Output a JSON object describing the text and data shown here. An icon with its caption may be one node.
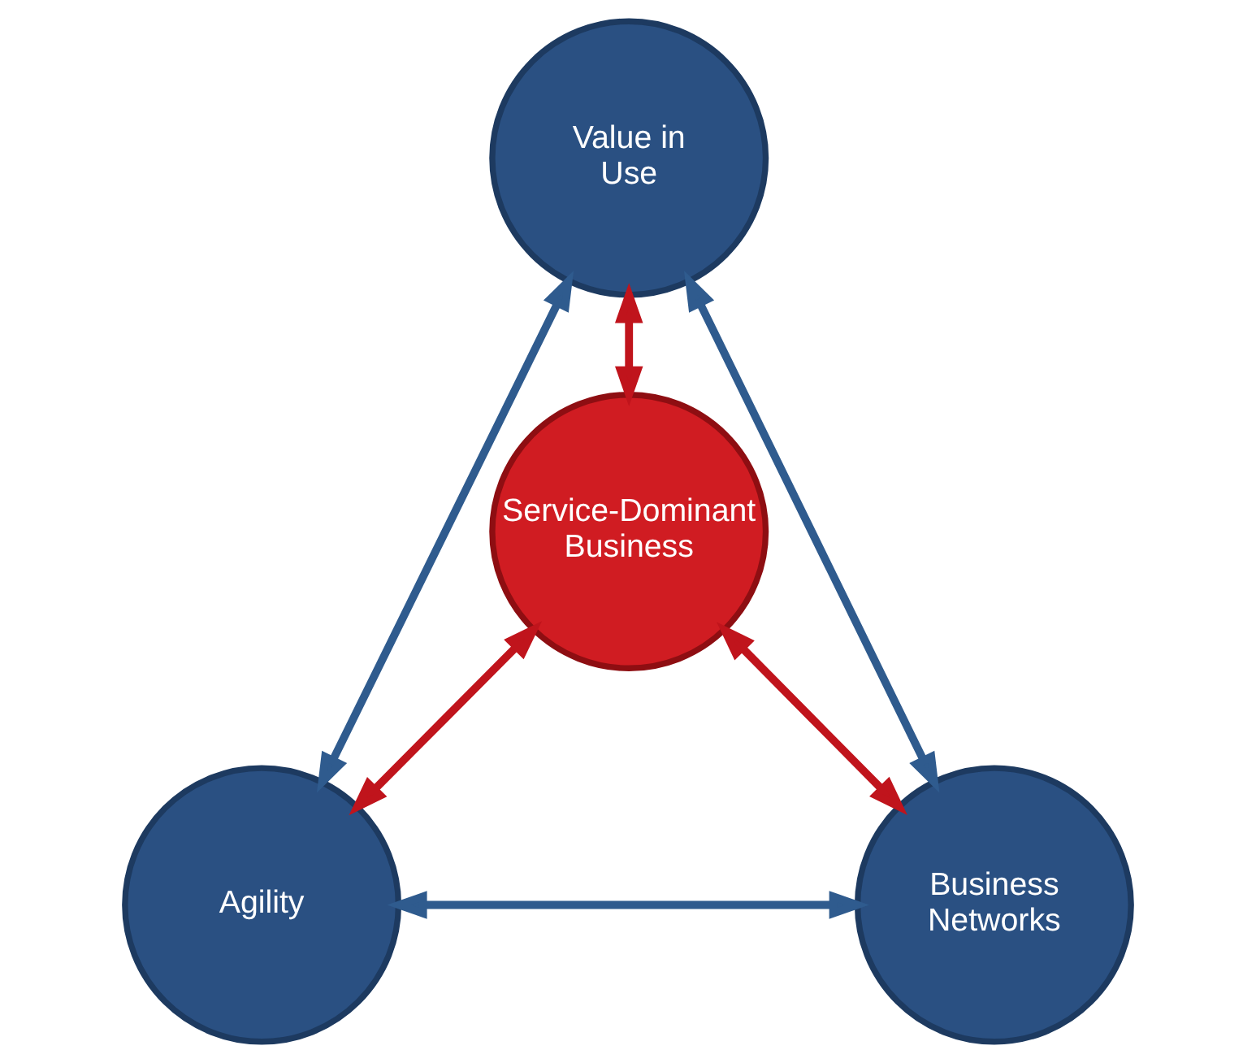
{
  "diagram": {
    "nodes": [
      {
        "text": [
          "Value in Use"
        ]
      },
      {
        "text": [
          "Service-Dominant Business"
        ]
      },
      {
        "text": [
          "Agility"
        ]
      },
      {
        "text": [
          "Business Networks"
        ]
      }
    ],
    "edges": [
      {
        "from": 0,
        "to": 2,
        "arrow": "both",
        "color": "#2f5b8e"
      },
      {
        "from": 0,
        "to": 3,
        "arrow": "both",
        "color": "#2f5b8e"
      },
      {
        "from": 2,
        "to": 3,
        "arrow": "both",
        "color": "#2f5b8e"
      },
      {
        "from": 0,
        "to": 1,
        "arrow": "both",
        "color": "#c0141c"
      },
      {
        "from": 1,
        "to": 2,
        "arrow": "both",
        "color": "#c0141c"
      },
      {
        "from": 1,
        "to": 3,
        "arrow": "both",
        "color": "#c0141c"
      }
    ]
  }
}
